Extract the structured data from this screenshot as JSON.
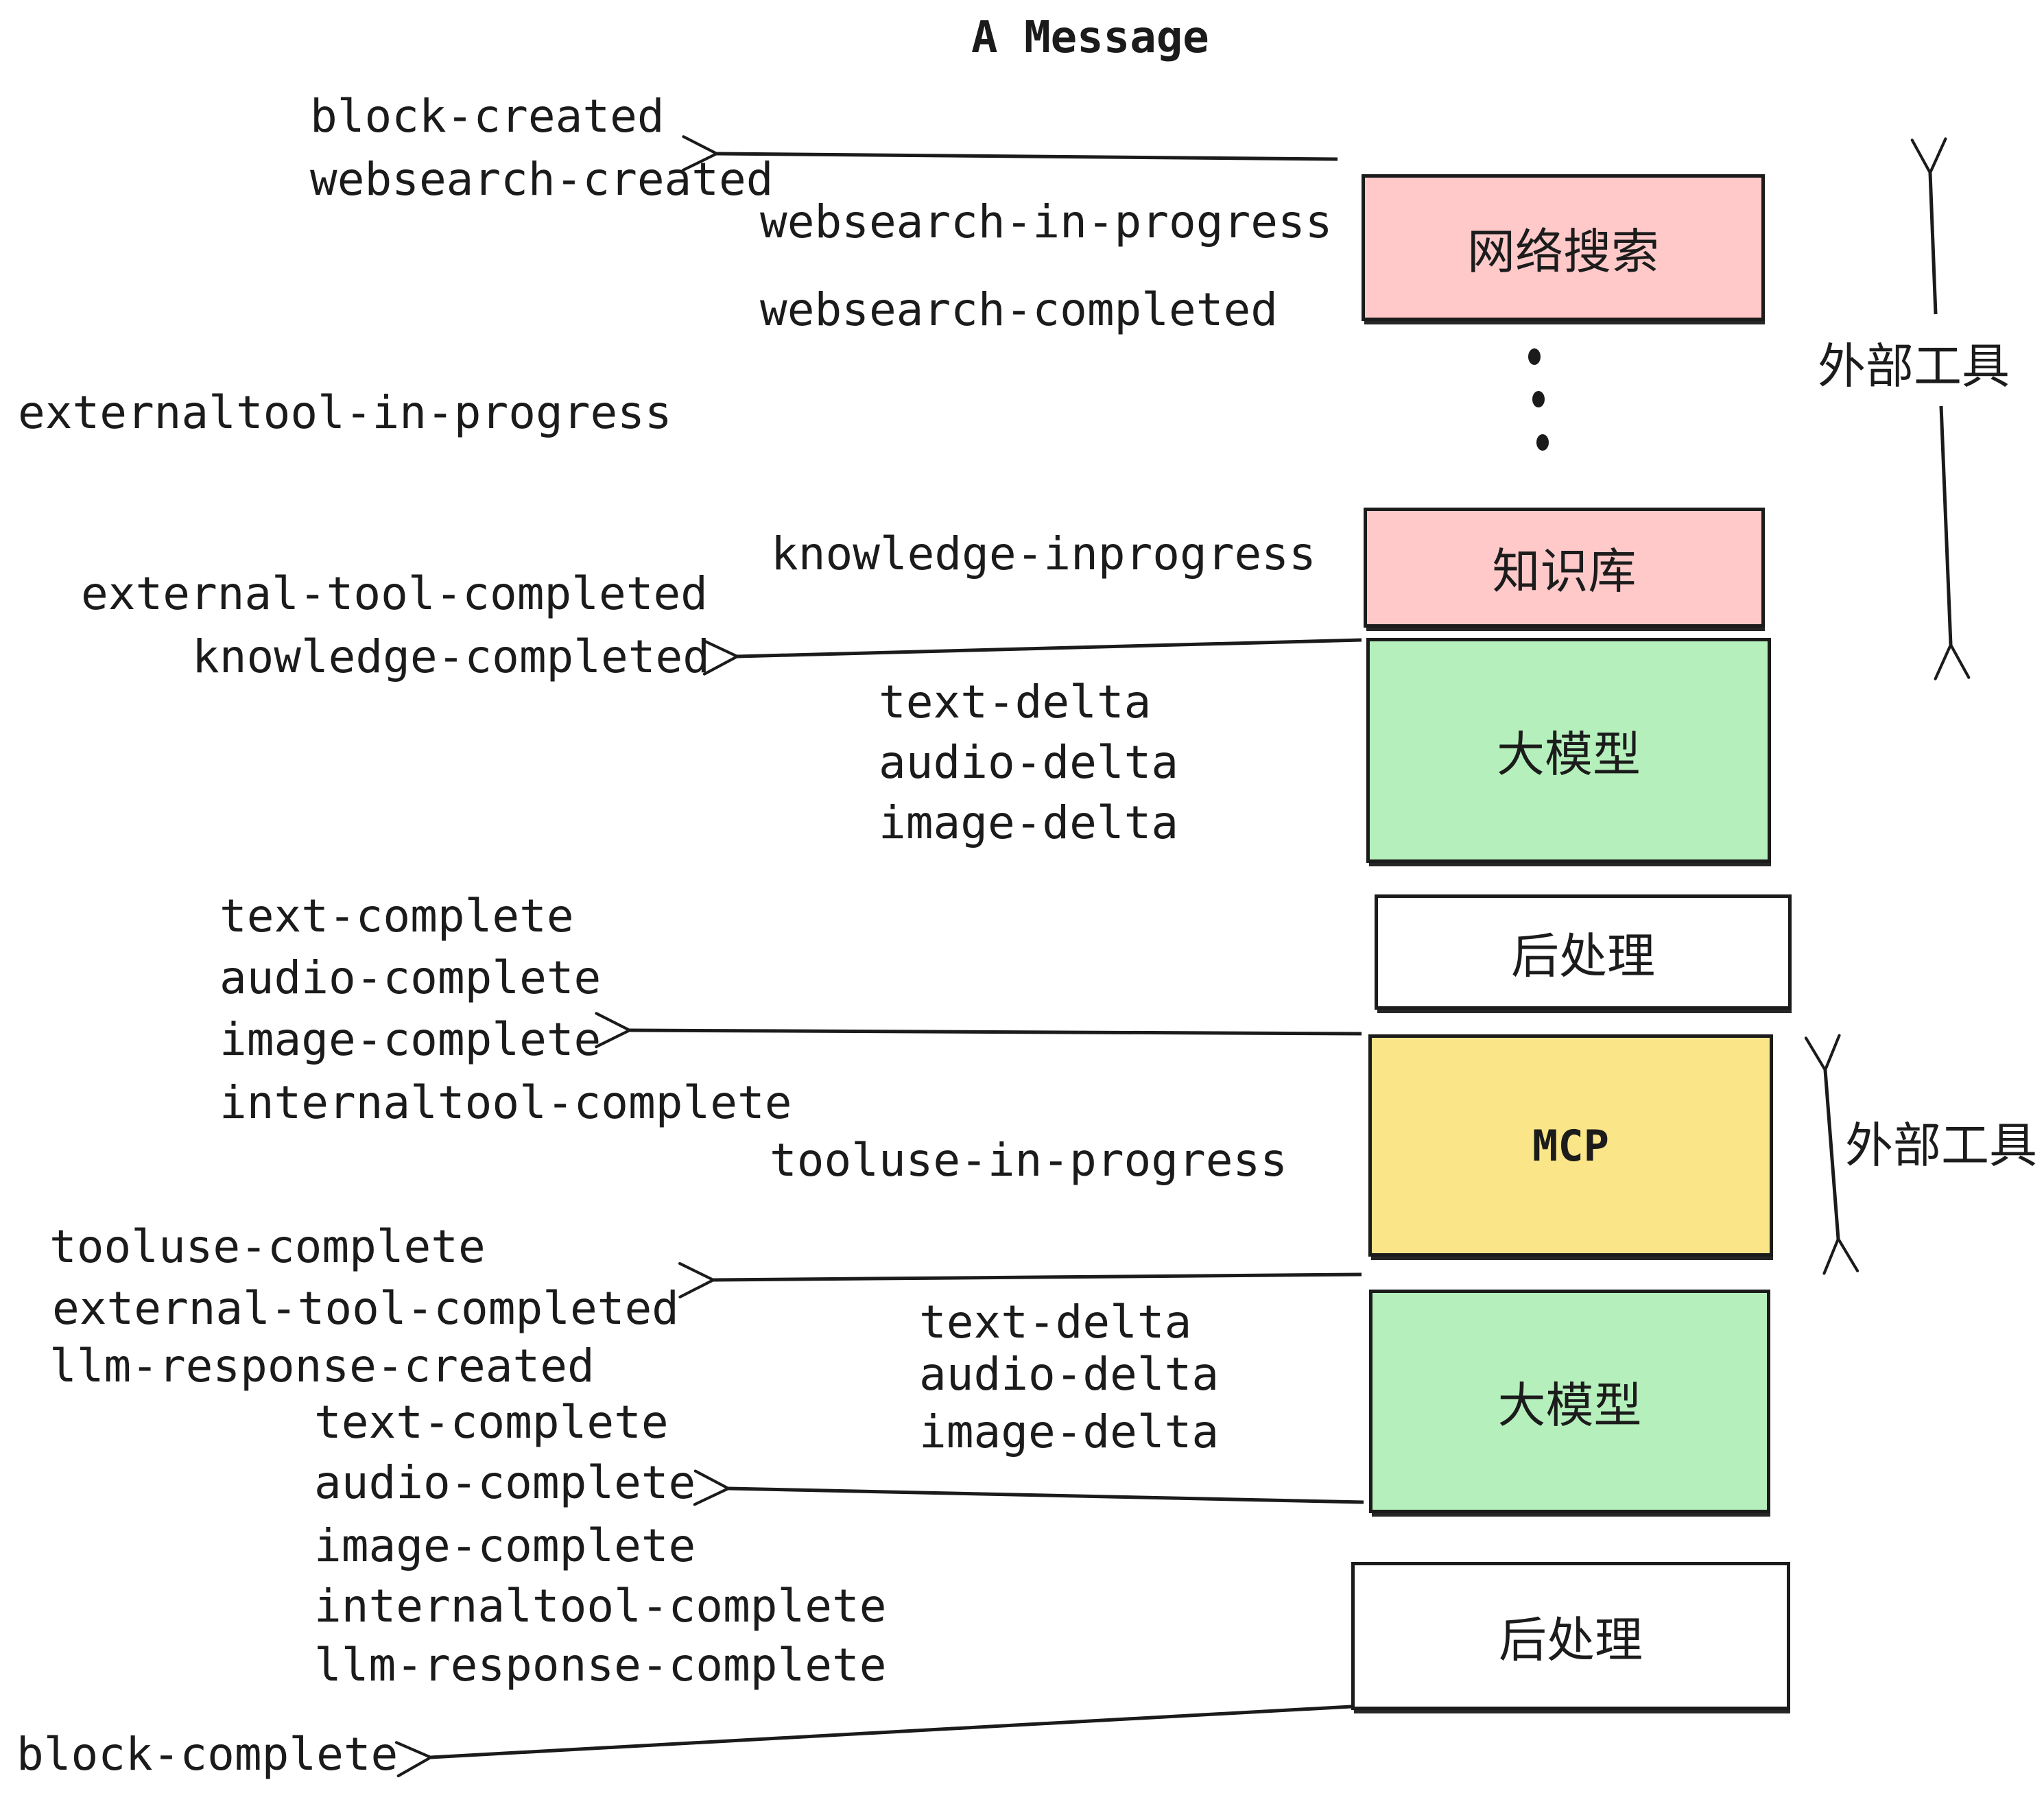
{
  "title": "A Message",
  "labels": {
    "block_created": "block-created",
    "websearch_created": "websearch-created",
    "websearch_in_progress": "websearch-in-progress",
    "websearch_completed": "websearch-completed",
    "externaltool_in_progress": "externaltool-in-progress",
    "knowledge_inprogress": "knowledge-inprogress",
    "external_tool_completed": "external-tool-completed",
    "knowledge_completed": "knowledge-completed",
    "text_delta": "text-delta",
    "audio_delta": "audio-delta",
    "image_delta": "image-delta",
    "text_complete": "text-complete",
    "audio_complete": "audio-complete",
    "image_complete": "image-complete",
    "internaltool_complete": "internaltool-complete",
    "tooluse_in_progress": "tooluse-in-progress",
    "tooluse_complete": "tooluse-complete",
    "llm_response_created": "llm-response-created",
    "llm_response_complete": "llm-response-complete",
    "block_complete": "block-complete"
  },
  "boxes": {
    "websearch": {
      "label": "网络搜索",
      "color": "#ffc9c9"
    },
    "knowledge": {
      "label": "知识库",
      "color": "#ffc9c9"
    },
    "llm1": {
      "label": "大模型",
      "color": "#b5f0bc"
    },
    "post1": {
      "label": "后处理",
      "color": "#ffffff"
    },
    "mcp": {
      "label": "MCP",
      "color": "#fae588"
    },
    "llm2": {
      "label": "大模型",
      "color": "#b5f0bc"
    },
    "post2": {
      "label": "后处理",
      "color": "#ffffff"
    }
  },
  "annotations": {
    "external_tools_top": "外部工具",
    "external_tools_bottom": "外部工具"
  },
  "colors": {
    "ink": "#1b1b1b",
    "pink": "#ffc9c9",
    "green": "#b5f0bc",
    "yellow": "#fae588"
  }
}
